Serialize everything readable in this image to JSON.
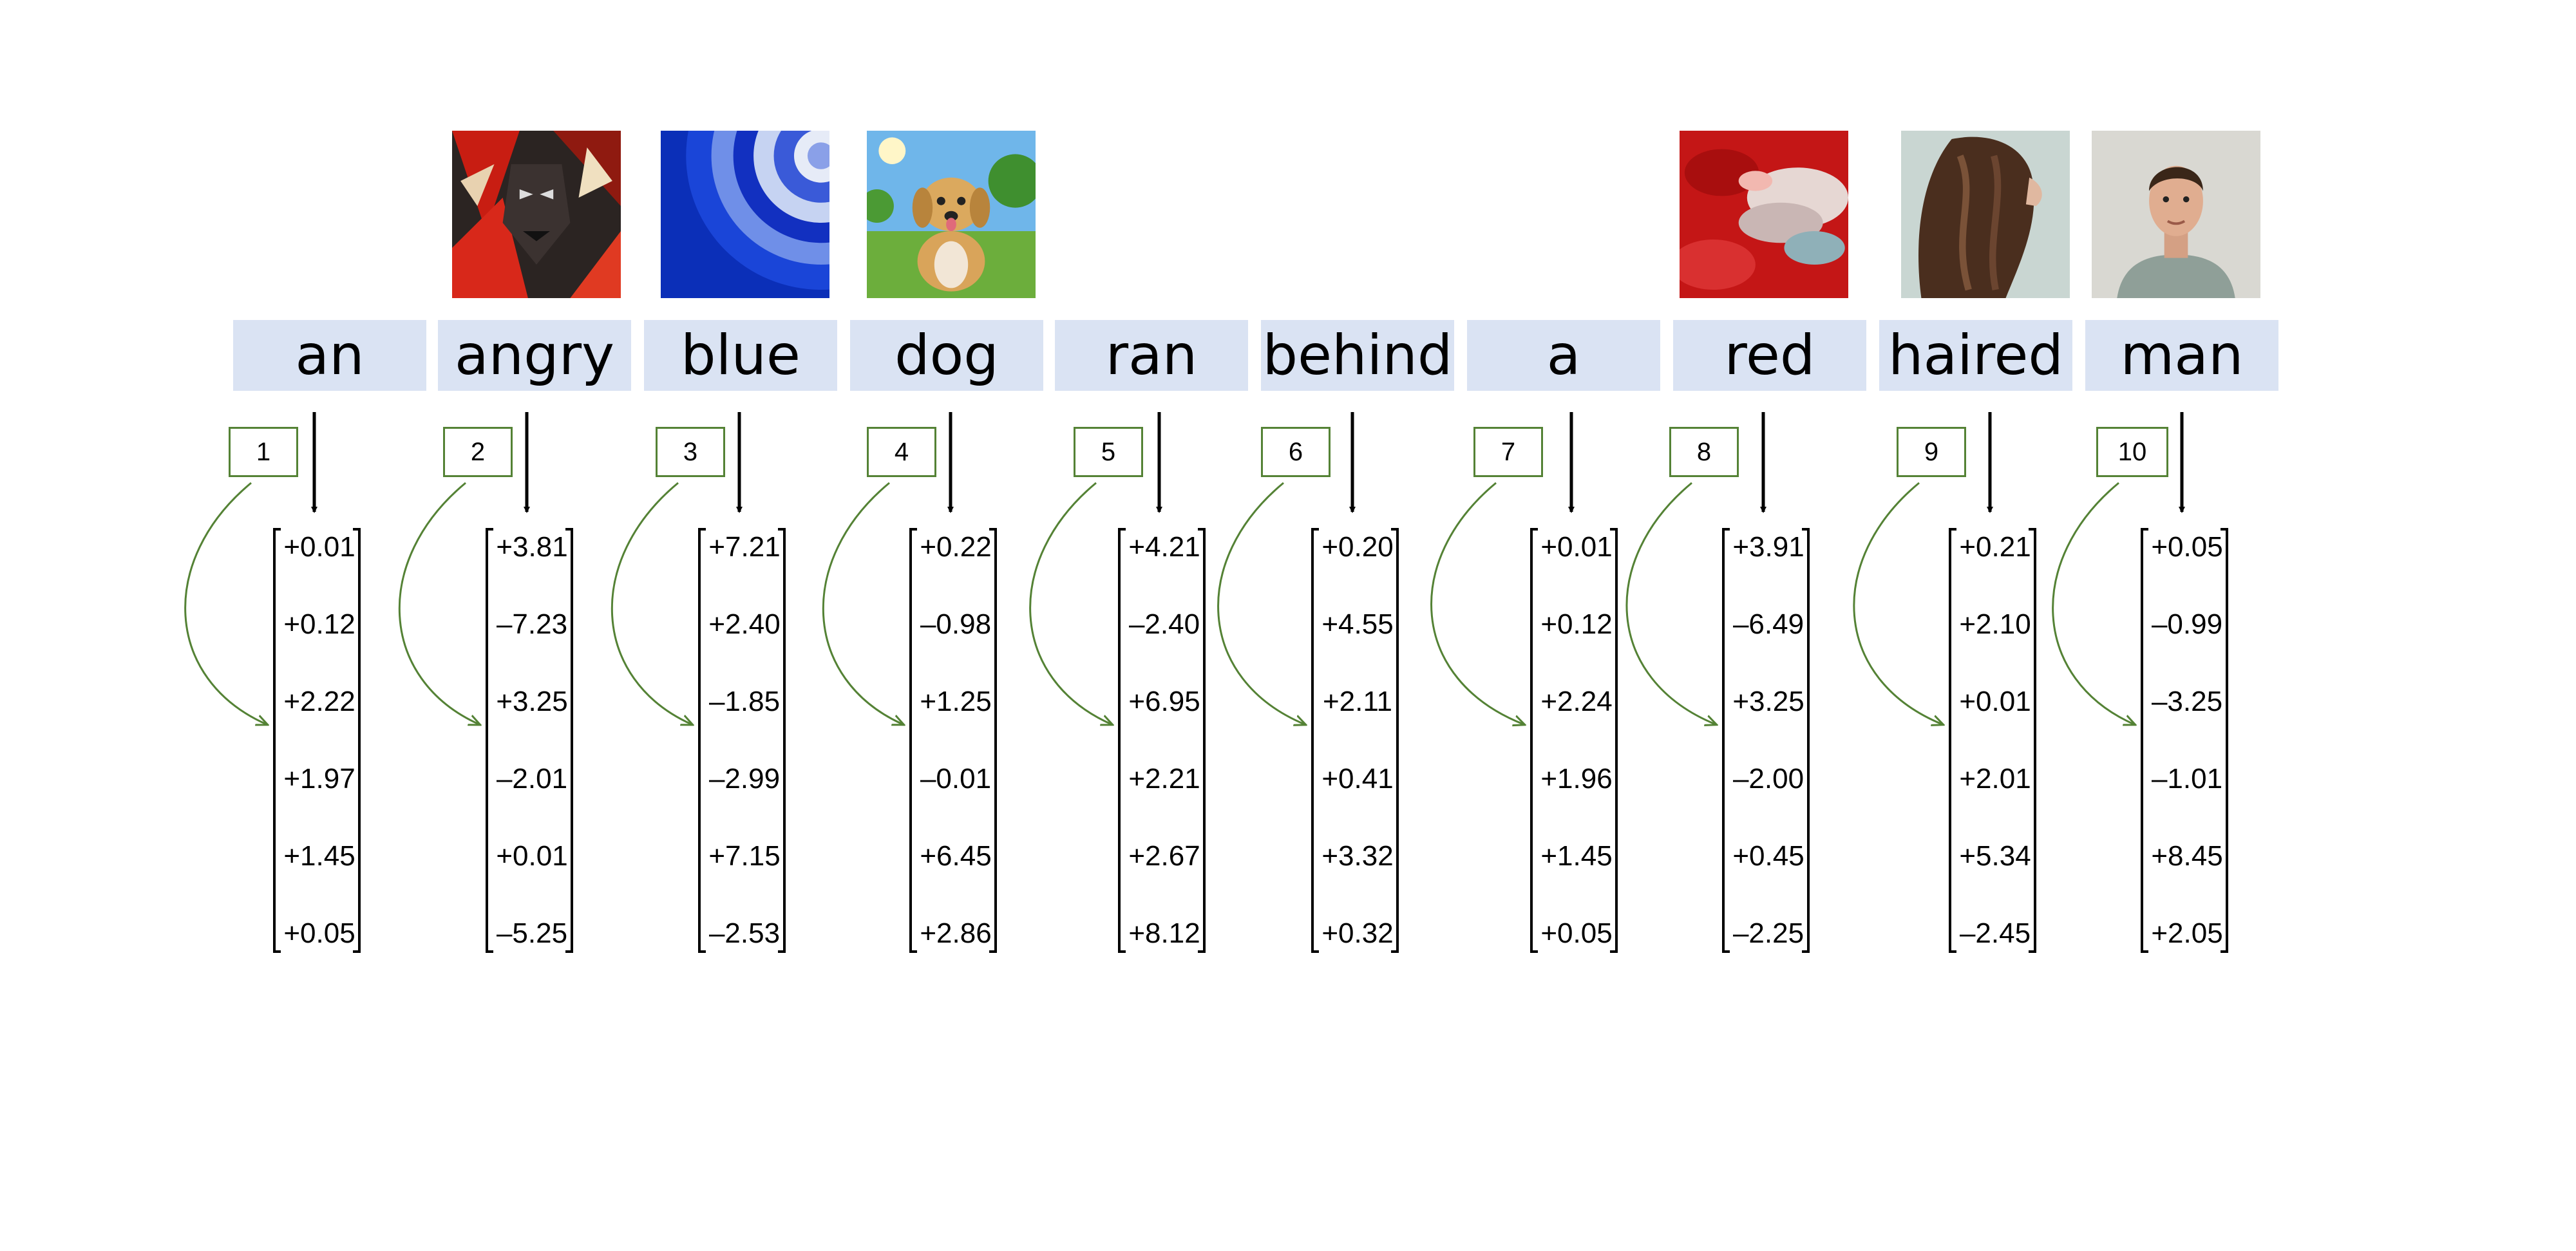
{
  "tokens": [
    {
      "word": "an",
      "index": "1",
      "vector": [
        "+0.01",
        "+0.12",
        "+2.22",
        "+1.97",
        "+1.45",
        "+0.05"
      ],
      "image": ""
    },
    {
      "word": "angry",
      "index": "2",
      "vector": [
        "+3.81",
        "–7.23",
        "+3.25",
        "–2.01",
        "+0.01",
        "–5.25"
      ],
      "image": "angry-abstract-face"
    },
    {
      "word": "blue",
      "index": "3",
      "vector": [
        "+7.21",
        "+2.40",
        "–1.85",
        "–2.99",
        "+7.15",
        "–2.53"
      ],
      "image": "blue-swirl"
    },
    {
      "word": "dog",
      "index": "4",
      "vector": [
        "+0.22",
        "–0.98",
        "+1.25",
        "–0.01",
        "+6.45",
        "+2.86"
      ],
      "image": "puppy-in-park"
    },
    {
      "word": "ran",
      "index": "5",
      "vector": [
        "+4.21",
        "–2.40",
        "+6.95",
        "+2.21",
        "+2.67",
        "+8.12"
      ],
      "image": ""
    },
    {
      "word": "behind",
      "index": "6",
      "vector": [
        "+0.20",
        "+4.55",
        "+2.11",
        "+0.41",
        "+3.32",
        "+0.32"
      ],
      "image": ""
    },
    {
      "word": "a",
      "index": "7",
      "vector": [
        "+0.01",
        "+0.12",
        "+2.24",
        "+1.96",
        "+1.45",
        "+0.05"
      ],
      "image": ""
    },
    {
      "word": "red",
      "index": "8",
      "vector": [
        "+3.91",
        "–6.49",
        "+3.25",
        "–2.00",
        "+0.45",
        "–2.25"
      ],
      "image": "red-cloud-texture"
    },
    {
      "word": "haired",
      "index": "9",
      "vector": [
        "+0.21",
        "+2.10",
        "+0.01",
        "+2.01",
        "+5.34",
        "–2.45"
      ],
      "image": "long-brown-hair"
    },
    {
      "word": "man",
      "index": "10",
      "vector": [
        "+0.05",
        "–0.99",
        "–3.25",
        "–1.01",
        "+8.45",
        "+2.05"
      ],
      "image": "man-portrait"
    }
  ],
  "colors": {
    "token_fill": "#dae3f3",
    "index_border": "#548235",
    "arrow": "#000000"
  }
}
